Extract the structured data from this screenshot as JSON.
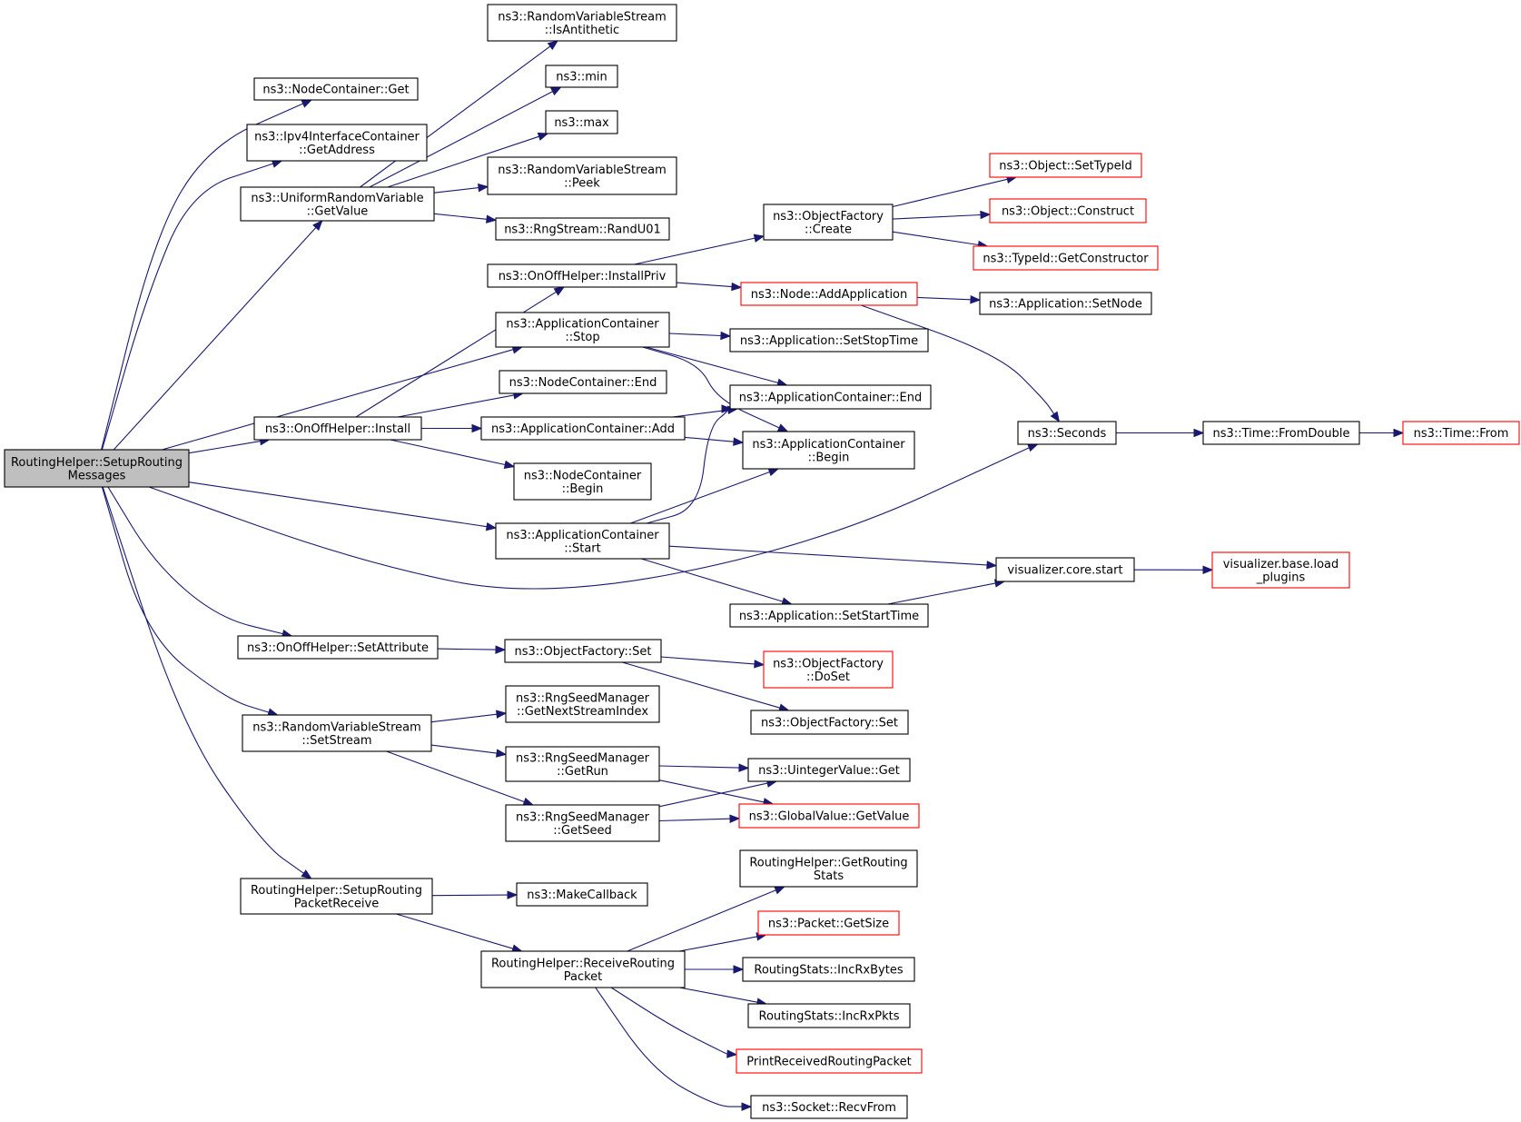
{
  "colors": {
    "edge": "#191970",
    "border_normal": "#000000",
    "border_truncated": "#ff0000",
    "root_fill": "#bfbfbf",
    "node_fill": "#ffffff"
  },
  "nodes": [
    {
      "id": "root",
      "lines": [
        "RoutingHelper::SetupRouting",
        "Messages"
      ],
      "style": "root"
    },
    {
      "id": "nc_get",
      "lines": [
        "ns3::NodeContainer::Get"
      ],
      "style": "normal"
    },
    {
      "id": "ipv4_getaddr",
      "lines": [
        "ns3::Ipv4InterfaceContainer",
        "::GetAddress"
      ],
      "style": "normal"
    },
    {
      "id": "urv_getvalue",
      "lines": [
        "ns3::UniformRandomVariable",
        "::GetValue"
      ],
      "style": "normal"
    },
    {
      "id": "rvs_isanti",
      "lines": [
        "ns3::RandomVariableStream",
        "::IsAntithetic"
      ],
      "style": "normal"
    },
    {
      "id": "ns3_min",
      "lines": [
        "ns3::min"
      ],
      "style": "normal"
    },
    {
      "id": "ns3_max",
      "lines": [
        "ns3::max"
      ],
      "style": "normal"
    },
    {
      "id": "rvs_peek",
      "lines": [
        "ns3::RandomVariableStream",
        "::Peek"
      ],
      "style": "normal"
    },
    {
      "id": "rng_randu01",
      "lines": [
        "ns3::RngStream::RandU01"
      ],
      "style": "normal"
    },
    {
      "id": "oof_installpriv",
      "lines": [
        "ns3::OnOffHelper::InstallPriv"
      ],
      "style": "normal"
    },
    {
      "id": "of_create",
      "lines": [
        "ns3::ObjectFactory",
        "::Create"
      ],
      "style": "normal"
    },
    {
      "id": "obj_settypeid",
      "lines": [
        "ns3::Object::SetTypeId"
      ],
      "style": "truncated"
    },
    {
      "id": "obj_construct",
      "lines": [
        "ns3::Object::Construct"
      ],
      "style": "truncated"
    },
    {
      "id": "typeid_getctor",
      "lines": [
        "ns3::TypeId::GetConstructor"
      ],
      "style": "truncated"
    },
    {
      "id": "node_addapp",
      "lines": [
        "ns3::Node::AddApplication"
      ],
      "style": "truncated"
    },
    {
      "id": "app_setnode",
      "lines": [
        "ns3::Application::SetNode"
      ],
      "style": "normal"
    },
    {
      "id": "ac_stop",
      "lines": [
        "ns3::ApplicationContainer",
        "::Stop"
      ],
      "style": "normal"
    },
    {
      "id": "app_setstoptime",
      "lines": [
        "ns3::Application::SetStopTime"
      ],
      "style": "normal"
    },
    {
      "id": "nc_end",
      "lines": [
        "ns3::NodeContainer::End"
      ],
      "style": "normal"
    },
    {
      "id": "ac_end",
      "lines": [
        "ns3::ApplicationContainer::End"
      ],
      "style": "normal"
    },
    {
      "id": "oof_install",
      "lines": [
        "ns3::OnOffHelper::Install"
      ],
      "style": "normal"
    },
    {
      "id": "ac_add",
      "lines": [
        "ns3::ApplicationContainer::Add"
      ],
      "style": "normal"
    },
    {
      "id": "ac_begin",
      "lines": [
        "ns3::ApplicationContainer",
        "::Begin"
      ],
      "style": "normal"
    },
    {
      "id": "seconds",
      "lines": [
        "ns3::Seconds"
      ],
      "style": "normal"
    },
    {
      "id": "time_fromdouble",
      "lines": [
        "ns3::Time::FromDouble"
      ],
      "style": "normal"
    },
    {
      "id": "time_from",
      "lines": [
        "ns3::Time::From"
      ],
      "style": "truncated"
    },
    {
      "id": "nc_begin",
      "lines": [
        "ns3::NodeContainer",
        "::Begin"
      ],
      "style": "normal"
    },
    {
      "id": "ac_start",
      "lines": [
        "ns3::ApplicationContainer",
        "::Start"
      ],
      "style": "normal"
    },
    {
      "id": "viz_start",
      "lines": [
        "visualizer.core.start"
      ],
      "style": "normal"
    },
    {
      "id": "viz_load",
      "lines": [
        "visualizer.base.load",
        "_plugins"
      ],
      "style": "truncated"
    },
    {
      "id": "app_setstarttime",
      "lines": [
        "ns3::Application::SetStartTime"
      ],
      "style": "normal"
    },
    {
      "id": "oof_setattr",
      "lines": [
        "ns3::OnOffHelper::SetAttribute"
      ],
      "style": "normal"
    },
    {
      "id": "of_set",
      "lines": [
        "ns3::ObjectFactory::Set"
      ],
      "style": "normal"
    },
    {
      "id": "of_doset",
      "lines": [
        "ns3::ObjectFactory",
        "::DoSet"
      ],
      "style": "truncated"
    },
    {
      "id": "of_set2",
      "lines": [
        "ns3::ObjectFactory::Set"
      ],
      "style": "normal"
    },
    {
      "id": "rvs_setstream",
      "lines": [
        "ns3::RandomVariableStream",
        "::SetStream"
      ],
      "style": "normal"
    },
    {
      "id": "rsm_nextstream",
      "lines": [
        "ns3::RngSeedManager",
        "::GetNextStreamIndex"
      ],
      "style": "normal"
    },
    {
      "id": "rsm_getrun",
      "lines": [
        "ns3::RngSeedManager",
        "::GetRun"
      ],
      "style": "normal"
    },
    {
      "id": "uint_get",
      "lines": [
        "ns3::UintegerValue::Get"
      ],
      "style": "normal"
    },
    {
      "id": "gv_getvalue",
      "lines": [
        "ns3::GlobalValue::GetValue"
      ],
      "style": "truncated"
    },
    {
      "id": "rsm_getseed",
      "lines": [
        "ns3::RngSeedManager",
        "::GetSeed"
      ],
      "style": "normal"
    },
    {
      "id": "rh_getstats",
      "lines": [
        "RoutingHelper::GetRouting",
        "Stats"
      ],
      "style": "normal"
    },
    {
      "id": "rh_setuprecv",
      "lines": [
        "RoutingHelper::SetupRouting",
        "PacketReceive"
      ],
      "style": "normal"
    },
    {
      "id": "makecallback",
      "lines": [
        "ns3::MakeCallback"
      ],
      "style": "normal"
    },
    {
      "id": "pkt_getsize",
      "lines": [
        "ns3::Packet::GetSize"
      ],
      "style": "truncated"
    },
    {
      "id": "rh_recvpkt",
      "lines": [
        "RoutingHelper::ReceiveRouting",
        "Packet"
      ],
      "style": "normal"
    },
    {
      "id": "rs_incrxbytes",
      "lines": [
        "RoutingStats::IncRxBytes"
      ],
      "style": "normal"
    },
    {
      "id": "rs_incrxpkts",
      "lines": [
        "RoutingStats::IncRxPkts"
      ],
      "style": "normal"
    },
    {
      "id": "print_recv",
      "lines": [
        "PrintReceivedRoutingPacket"
      ],
      "style": "truncated"
    },
    {
      "id": "sock_recvfrom",
      "lines": [
        "ns3::Socket::RecvFrom"
      ],
      "style": "normal"
    }
  ],
  "edges": [
    {
      "from": "root",
      "to": "nc_get"
    },
    {
      "from": "root",
      "to": "ipv4_getaddr"
    },
    {
      "from": "root",
      "to": "urv_getvalue"
    },
    {
      "from": "root",
      "to": "ac_stop"
    },
    {
      "from": "root",
      "to": "oof_install"
    },
    {
      "from": "root",
      "to": "ac_start"
    },
    {
      "from": "root",
      "to": "seconds"
    },
    {
      "from": "root",
      "to": "oof_setattr"
    },
    {
      "from": "root",
      "to": "rvs_setstream"
    },
    {
      "from": "root",
      "to": "rh_setuprecv"
    },
    {
      "from": "urv_getvalue",
      "to": "rvs_isanti"
    },
    {
      "from": "urv_getvalue",
      "to": "ns3_min"
    },
    {
      "from": "urv_getvalue",
      "to": "ns3_max"
    },
    {
      "from": "urv_getvalue",
      "to": "rvs_peek"
    },
    {
      "from": "urv_getvalue",
      "to": "rng_randu01"
    },
    {
      "from": "oof_installpriv",
      "to": "of_create"
    },
    {
      "from": "oof_installpriv",
      "to": "node_addapp"
    },
    {
      "from": "of_create",
      "to": "obj_settypeid"
    },
    {
      "from": "of_create",
      "to": "obj_construct"
    },
    {
      "from": "of_create",
      "to": "typeid_getctor"
    },
    {
      "from": "node_addapp",
      "to": "app_setnode"
    },
    {
      "from": "node_addapp",
      "to": "seconds"
    },
    {
      "from": "ac_stop",
      "to": "app_setstoptime"
    },
    {
      "from": "ac_stop",
      "to": "ac_end"
    },
    {
      "from": "ac_stop",
      "to": "ac_begin"
    },
    {
      "from": "oof_install",
      "to": "oof_installpriv"
    },
    {
      "from": "oof_install",
      "to": "nc_end"
    },
    {
      "from": "oof_install",
      "to": "ac_add"
    },
    {
      "from": "oof_install",
      "to": "nc_begin"
    },
    {
      "from": "ac_add",
      "to": "ac_end"
    },
    {
      "from": "ac_add",
      "to": "ac_begin"
    },
    {
      "from": "seconds",
      "to": "time_fromdouble"
    },
    {
      "from": "time_fromdouble",
      "to": "time_from"
    },
    {
      "from": "ac_start",
      "to": "ac_end"
    },
    {
      "from": "ac_start",
      "to": "ac_begin"
    },
    {
      "from": "ac_start",
      "to": "viz_start"
    },
    {
      "from": "ac_start",
      "to": "app_setstarttime"
    },
    {
      "from": "app_setstarttime",
      "to": "viz_start"
    },
    {
      "from": "viz_start",
      "to": "viz_load"
    },
    {
      "from": "oof_setattr",
      "to": "of_set"
    },
    {
      "from": "of_set",
      "to": "of_doset"
    },
    {
      "from": "of_set",
      "to": "of_set2"
    },
    {
      "from": "rvs_setstream",
      "to": "rsm_nextstream"
    },
    {
      "from": "rvs_setstream",
      "to": "rsm_getrun"
    },
    {
      "from": "rvs_setstream",
      "to": "rsm_getseed"
    },
    {
      "from": "rsm_getrun",
      "to": "uint_get"
    },
    {
      "from": "rsm_getrun",
      "to": "gv_getvalue"
    },
    {
      "from": "rsm_getseed",
      "to": "uint_get"
    },
    {
      "from": "rsm_getseed",
      "to": "gv_getvalue"
    },
    {
      "from": "rh_setuprecv",
      "to": "makecallback"
    },
    {
      "from": "rh_setuprecv",
      "to": "rh_recvpkt"
    },
    {
      "from": "rh_recvpkt",
      "to": "rh_getstats"
    },
    {
      "from": "rh_recvpkt",
      "to": "pkt_getsize"
    },
    {
      "from": "rh_recvpkt",
      "to": "rs_incrxbytes"
    },
    {
      "from": "rh_recvpkt",
      "to": "rs_incrxpkts"
    },
    {
      "from": "rh_recvpkt",
      "to": "print_recv"
    },
    {
      "from": "rh_recvpkt",
      "to": "sock_recvfrom"
    }
  ]
}
